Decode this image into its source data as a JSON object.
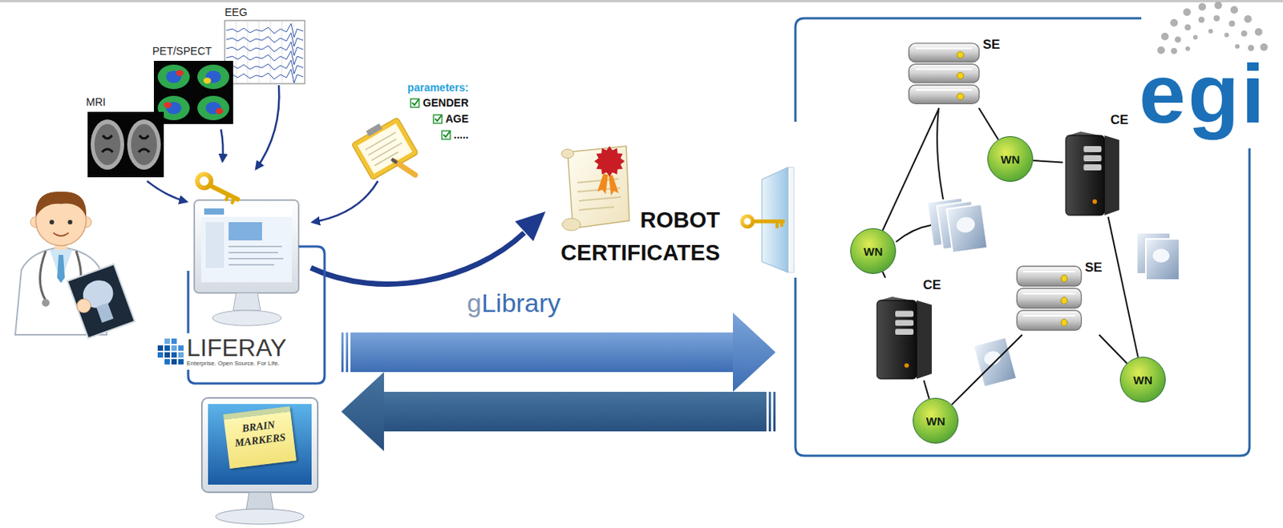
{
  "diagram": {
    "nodes": [
      {
        "text": [
          "LIFERAY",
          "Enterprise. Open Source. For Life."
        ]
      },
      {
        "text": [
          "egi"
        ]
      },
      {
        "text": [
          "SE"
        ],
        "in": 1
      },
      {
        "text": [
          "WN"
        ],
        "in": 1
      },
      {
        "text": [
          "CE"
        ],
        "in": 1
      },
      {
        "text": [
          "WN"
        ],
        "in": 1
      },
      {
        "text": [
          "SE"
        ],
        "in": 1
      },
      {
        "text": [
          "CE"
        ],
        "in": 1
      },
      {
        "text": [
          "WN"
        ],
        "in": 1
      },
      {
        "text": [
          "WN"
        ],
        "in": 1
      },
      {
        "text": [
          "BRAIN MARKERS"
        ]
      }
    ],
    "edges": [
      {
        "from": 0,
        "to": 1,
        "arrow": "to"
      },
      {
        "from": 1,
        "to": 10,
        "arrow": "to"
      },
      {
        "from": 2,
        "to": 3,
        "arrow": "none"
      },
      {
        "from": 2,
        "to": 5,
        "arrow": "none"
      },
      {
        "from": 3,
        "to": 4,
        "arrow": "none"
      },
      {
        "from": 5,
        "to": 7,
        "arrow": "none"
      },
      {
        "from": 7,
        "to": 9,
        "arrow": "none"
      },
      {
        "from": 9,
        "to": 6,
        "arrow": "none"
      },
      {
        "from": 6,
        "to": 8,
        "arrow": "none"
      },
      {
        "from": 4,
        "to": 8,
        "arrow": "none"
      }
    ],
    "labels": [
      "MRI",
      "PET/SPECT",
      "EEG",
      "parameters:",
      "GENDER",
      "AGE",
      ".....",
      "ROBOT CERTIFICATES",
      "gLibrary"
    ]
  }
}
